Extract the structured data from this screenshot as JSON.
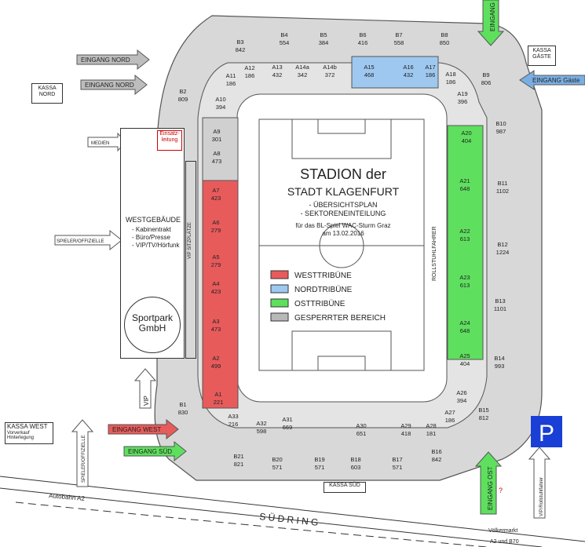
{
  "stadium": {
    "title_line1": "STADION der",
    "title_line2": "STADT KLAGENFURT",
    "sub1": "- ÜBERSICHTSPLAN",
    "sub2": "- SEKTORENEINTEILUNG",
    "sub3": "für das BL-Spiel WAC-Sturm Graz",
    "sub4": "am 13.02.2016"
  },
  "legend": [
    {
      "label": "WESTTRIBÜNE",
      "color": "#e85b5b"
    },
    {
      "label": "NORDTRIBÜNE",
      "color": "#9ec8ef"
    },
    {
      "label": "OSTTRIBÜNE",
      "color": "#5ee05e"
    },
    {
      "label": "GESPERRTER BEREICH",
      "color": "#b8b8b8"
    }
  ],
  "colors": {
    "west": "#e85b5b",
    "north": "#9ec8ef",
    "east": "#5ee05e",
    "closed": "#c8c8c8",
    "ring": "#d4d4d4",
    "pitch": "#ffffff",
    "parking": "#1a3fd6",
    "arrow_green": "#5ee05e",
    "arrow_red": "#e85b5b",
    "arrow_blue": "#7aaee3",
    "arrow_gray": "#bdbdbd"
  },
  "sectors": {
    "west_inner": [
      {
        "name": "A9",
        "cap": "301"
      },
      {
        "name": "A8",
        "cap": "473"
      },
      {
        "name": "A7",
        "cap": "423"
      },
      {
        "name": "A6",
        "cap": "279"
      },
      {
        "name": "A5",
        "cap": "279"
      },
      {
        "name": "A4",
        "cap": "423"
      },
      {
        "name": "A3",
        "cap": "473"
      },
      {
        "name": "A2",
        "cap": "499"
      },
      {
        "name": "A1",
        "cap": "221"
      }
    ],
    "east_inner": [
      {
        "name": "A20",
        "cap": "404"
      },
      {
        "name": "A21",
        "cap": "648"
      },
      {
        "name": "A22",
        "cap": "613"
      },
      {
        "name": "A23",
        "cap": "613"
      },
      {
        "name": "A24",
        "cap": "648"
      },
      {
        "name": "A25",
        "cap": "404"
      }
    ],
    "east_outer": [
      {
        "name": "B10",
        "cap": "987"
      },
      {
        "name": "B11",
        "cap": "1102"
      },
      {
        "name": "B12",
        "cap": "1224"
      },
      {
        "name": "B13",
        "cap": "1101"
      },
      {
        "name": "B14",
        "cap": "993"
      }
    ],
    "north_inner": [
      {
        "name": "A11",
        "cap": "186"
      },
      {
        "name": "A12",
        "cap": "186"
      },
      {
        "name": "A13",
        "cap": "432"
      },
      {
        "name": "A14a",
        "cap": "342"
      },
      {
        "name": "A14b",
        "cap": "372"
      },
      {
        "name": "A15",
        "cap": "468"
      },
      {
        "name": "A16",
        "cap": "432"
      },
      {
        "name": "A17",
        "cap": "186"
      },
      {
        "name": "A18",
        "cap": "186"
      }
    ],
    "north_outer": [
      {
        "name": "B3",
        "cap": "842"
      },
      {
        "name": "B4",
        "cap": "554"
      },
      {
        "name": "B5",
        "cap": "384"
      },
      {
        "name": "B6",
        "cap": "416"
      },
      {
        "name": "B7",
        "cap": "558"
      },
      {
        "name": "B8",
        "cap": "850"
      }
    ],
    "south_inner": [
      {
        "name": "A33",
        "cap": "216"
      },
      {
        "name": "A32",
        "cap": "598"
      },
      {
        "name": "A31",
        "cap": "669"
      },
      {
        "name": "A30",
        "cap": "651"
      },
      {
        "name": "A29",
        "cap": "418"
      },
      {
        "name": "A28",
        "cap": "181"
      },
      {
        "name": "A27",
        "cap": "186"
      },
      {
        "name": "A26",
        "cap": "394"
      }
    ],
    "south_outer": [
      {
        "name": "B21",
        "cap": "821"
      },
      {
        "name": "B20",
        "cap": "571"
      },
      {
        "name": "B19",
        "cap": "571"
      },
      {
        "name": "B18",
        "cap": "603"
      },
      {
        "name": "B17",
        "cap": "571"
      },
      {
        "name": "B16",
        "cap": "842"
      }
    ],
    "corners": [
      {
        "name": "B2",
        "cap": "809"
      },
      {
        "name": "A10",
        "cap": "394"
      },
      {
        "name": "B9",
        "cap": "806"
      },
      {
        "name": "A19",
        "cap": "396"
      },
      {
        "name": "B1",
        "cap": "830"
      },
      {
        "name": "B15",
        "cap": "812"
      }
    ]
  },
  "labels": {
    "kassa_nord": "KASSA NORD",
    "kassa_gaeste": "KASSA GÄSTE",
    "kassa_west": "KASSA WEST",
    "kassa_west_sub1": "Vorverkauf",
    "kassa_west_sub2": "Hinterlegung",
    "kassa_sued": "KASSA SÜD",
    "medien": "MEDIEN",
    "einsatzleitung": "Einsatz- leitung",
    "westgebaeude": "WESTGEBÄUDE",
    "west_items": [
      "- Kabinentrakt",
      "- Büro/Presse",
      "- VIP/TV/Hörfunk"
    ],
    "sportpark1": "Sportpark",
    "sportpark2": "GmbH",
    "vip_sitzplaetze": "VIP SITZPLÄTZE",
    "rollstuhlfahrer": "ROLLSTUHLFAHRER",
    "spieler_offizielle": "SPIELER/OFFIZIELLE",
    "vip": "VIP",
    "eingang_nord": "EINGANG NORD",
    "eingang_gaeste": "EINGANG Gäste",
    "eingang_west": "EINGANG WEST",
    "eingang_sued": "EINGANG SÜD",
    "eingang_ost": "EINGANG OST",
    "eingang_top": "EINGANG",
    "vip_rollstuhl": "VIP/Rollstuhlfahrer",
    "autobahn": "Autobahn A2",
    "suedring": "S Ü D R I N G",
    "voelkermarkt1": "Völkermarkt",
    "voelkermarkt2": "A2 und B70",
    "parking": "P",
    "question": "?"
  }
}
